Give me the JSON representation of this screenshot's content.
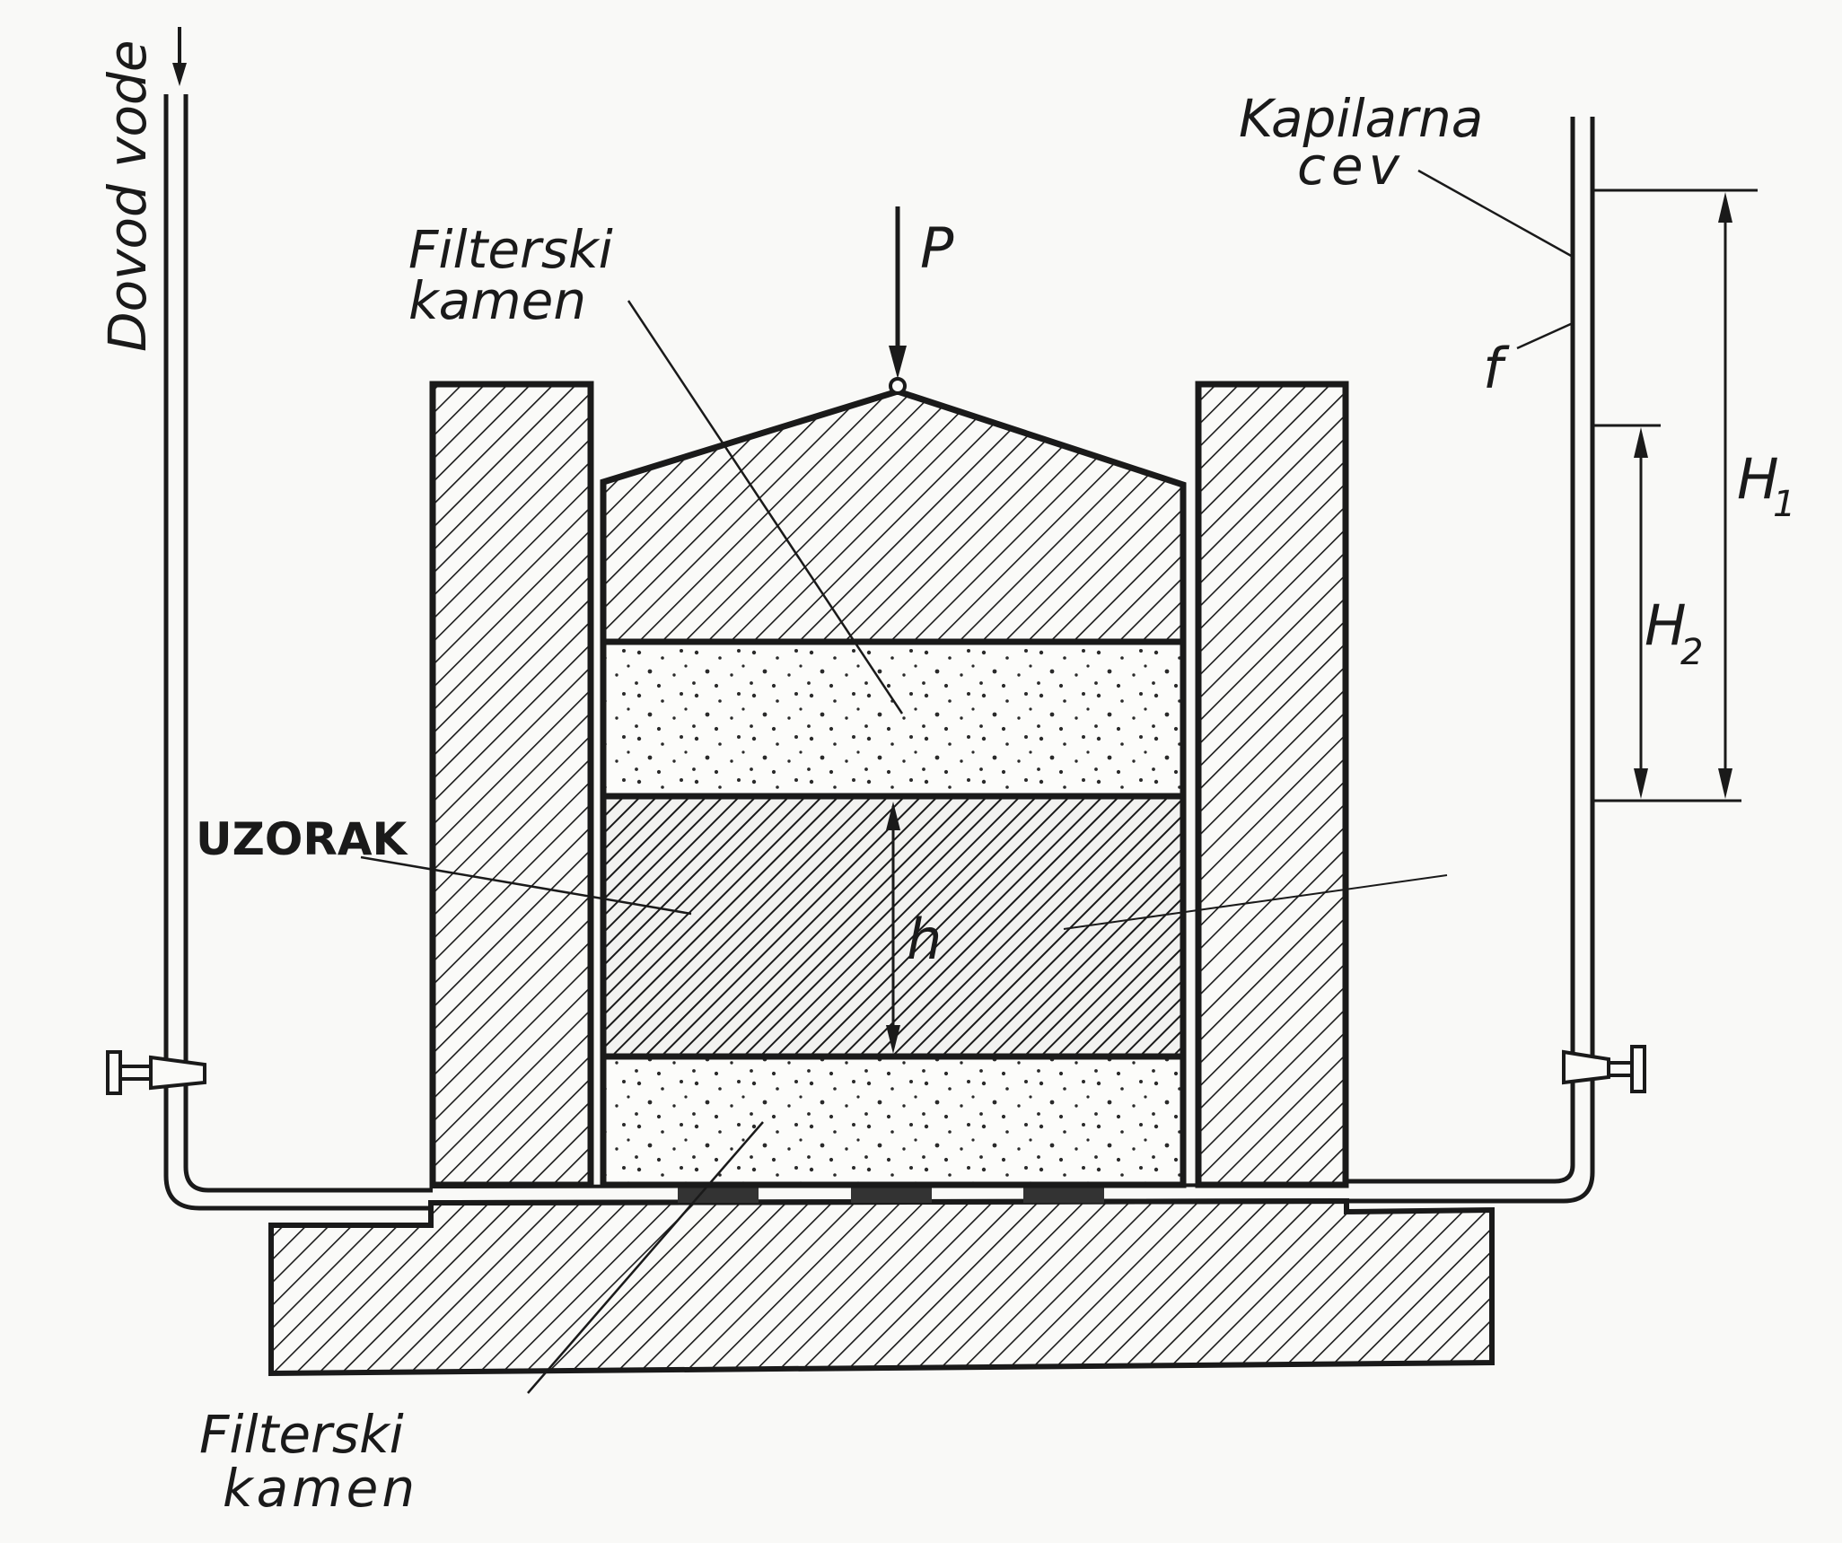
{
  "labels": {
    "water_inlet": "Dovod vode",
    "capillary_line1": "Kapilarna",
    "capillary_line2": "cev",
    "filter_top_line1": "Filterski",
    "filter_top_line2": "kamen",
    "filter_bottom_line1": "Filterski",
    "filter_bottom_line2": "kamen",
    "sample": "UZORAK",
    "load": "P",
    "f": "f",
    "height_sample": "h",
    "H1_main": "H",
    "H1_sub": "1",
    "H2_main": "H",
    "H2_sub": "2"
  },
  "colors": {
    "ink": "#1a1a1a",
    "paper": "#f9f9f7",
    "stone_dots": "#2a2a2a"
  }
}
